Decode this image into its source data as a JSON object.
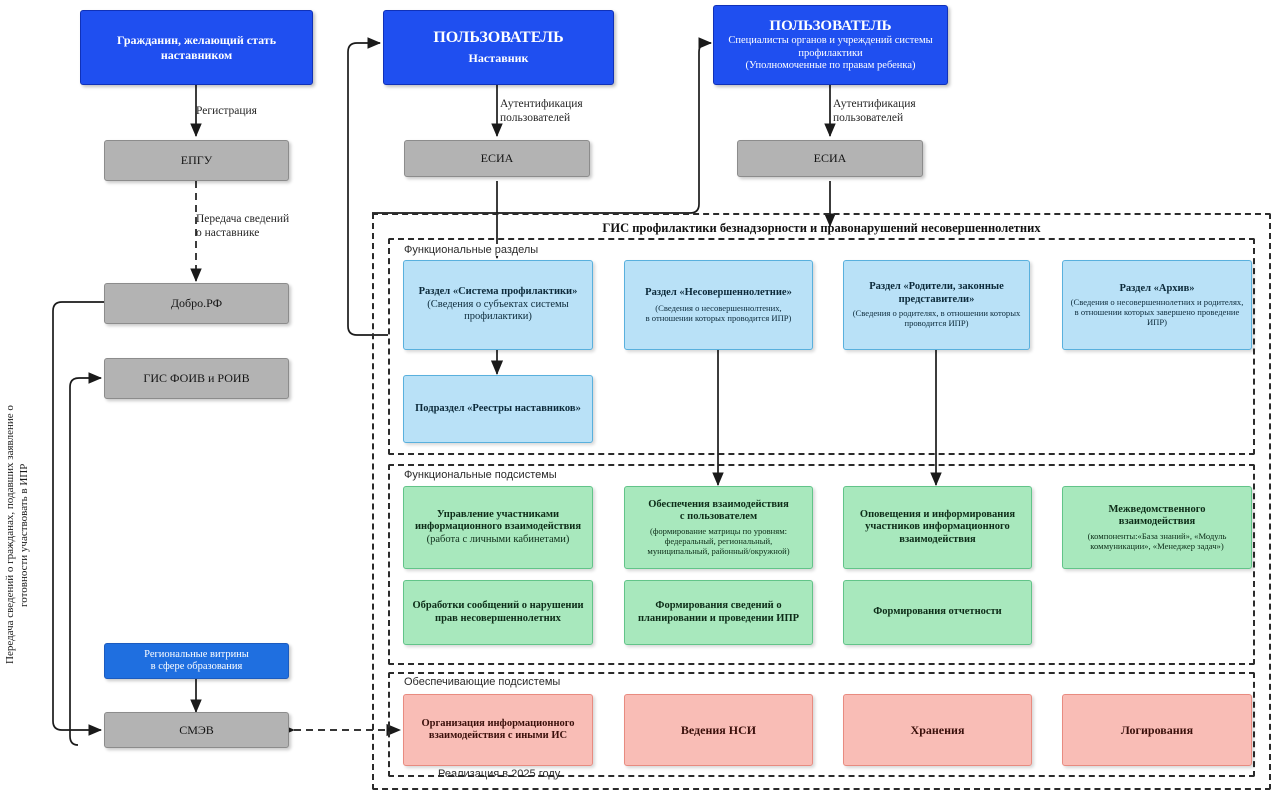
{
  "diagram": {
    "vertical_note": "Передача сведений о гражданах, подавших заявление о\nготовности участвовать в ИПР",
    "gis_title": "ГИС профилактики безнадзорности и правонарушений несовершеннолетних",
    "footnote": "Реализация в 2025 году",
    "group_labels": {
      "sections": "Функциональные      разделы",
      "subsystems": "Функциональные подсистемы",
      "support": "Обеспечивающие подсистемы"
    },
    "actors": {
      "citizen": {
        "title": "Гражданин, желающий стать наставником",
        "subtitle": ""
      },
      "user_mentor": {
        "title": "ПОЛЬЗОВАТЕЛЬ",
        "subtitle": "Наставник"
      },
      "user_specialist": {
        "title": "ПОЛЬЗОВАТЕЛЬ",
        "line2": "Специалисты органов и учреждений системы",
        "line3": "профилактики",
        "line4": "(Уполномоченные по правам ребенка)"
      }
    },
    "systems": {
      "epgu": "ЕПГУ",
      "dobro": "Добро.РФ",
      "gis_foiv": "ГИС ФОИВ и РОИВ",
      "regional_showcases_l1": "Региональные витрины",
      "regional_showcases_l2": "в сфере образования",
      "smev": "СМЭВ",
      "esia_left": "ЕСИА",
      "esia_right": "ЕСИА"
    },
    "edge_labels": {
      "registration": "Регистрация",
      "transfer_mentor": "Передача сведений\nо наставнике",
      "auth_left": "Аутентификация\nпользователей",
      "auth_right": "Аутентификация\nпользователей"
    },
    "sections": [
      {
        "title": "Раздел «Система профилактики»",
        "desc": "(Сведения о субъектах системы\nпрофилактики)"
      },
      {
        "title": "Раздел «Несовершеннолетние»",
        "desc": "(Сведения о несовершеннолтених,\nв отношении которых проводится ИПР)"
      },
      {
        "title": "Раздел «Родители, законные\nпредставители»",
        "desc": "(Сведения о родителях, в отношении которых\nпроводится ИПР)"
      },
      {
        "title": "Раздел «Архив»",
        "desc": "(Сведения о несовершеннолетних и  родителях,\nв отношении которых завершено проведение\nИПР)"
      }
    ],
    "subsection": {
      "title": "Подраздел «Реестры наставников»"
    },
    "subsystems_row1": [
      {
        "title": "Управление участниками\nинформационного взаимодействия",
        "desc": "(работа с личными кабинетами)"
      },
      {
        "title": "Обеспечения взаимодействия\nс пользователем",
        "desc": "(формирование матрицы по уровням:\nфедеральный, региональный,\nмуниципальный, районный/окружной)"
      },
      {
        "title": "Оповещения и информирования\nучастников информационного\nвзаимодействия",
        "desc": ""
      },
      {
        "title": "Межведомственного\nвзаимодействия",
        "desc": "(компоненты:«База знаний», «Модуль\nкоммуникации», «Менеджер задач»)"
      }
    ],
    "subsystems_row2": [
      {
        "title": "Обработки сообщений о нарушении\nправ несовершеннолетних",
        "desc": ""
      },
      {
        "title": "Формирования сведений о\nпланировании и проведении ИПР",
        "desc": ""
      },
      {
        "title": "Формирования отчетности",
        "desc": ""
      }
    ],
    "support_systems": [
      {
        "title": "Организация информационного\nвзаимодействия с иными ИС"
      },
      {
        "title": "Ведения НСИ"
      },
      {
        "title": "Хранения"
      },
      {
        "title": "Логирования"
      }
    ],
    "colors": {
      "actor_blue": "#1f4ff0",
      "showcase_blue": "#1f6fe0",
      "system_gray": "#b3b3b3",
      "section_cyan": "#b9e1f7",
      "subsystem_green": "#a8e8bd",
      "support_pink": "#f9bdb6",
      "connector": "#1a1a1a"
    }
  }
}
